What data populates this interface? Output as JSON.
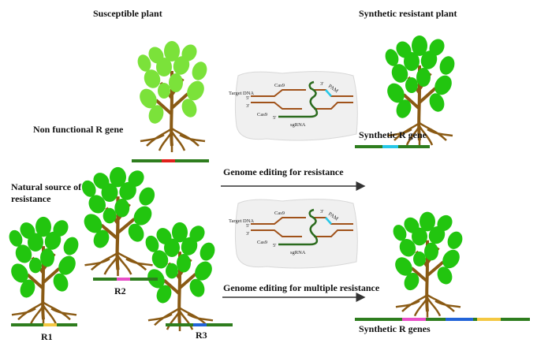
{
  "titles": {
    "susceptible": "Susceptible plant",
    "resistant": "Synthetic resistant plant"
  },
  "labels": {
    "non_functional": "Non functional R gene",
    "synthetic_gene": "Synthetic R gene",
    "natural_source": "Natural source of resistance",
    "synthetic_genes": "Synthetic R genes",
    "r1": "R1",
    "r2": "R2",
    "r3": "R3"
  },
  "arrows": {
    "single": "Genome editing for resistance",
    "multiple": "Genome editing for multiple resistance"
  },
  "crispr": {
    "target": "Target DNA",
    "cas9": "Cas9",
    "sgrna": "sgRNA",
    "pam": "PAM",
    "five": "5'",
    "three": "3'"
  },
  "colors": {
    "leaf": "#22c50f",
    "leaf_light": "#7be23a",
    "trunk": "#8a5a14",
    "bar": "#2e7d1e",
    "red": "#e0201b",
    "cyan": "#27c8e8",
    "pink": "#e84fc8",
    "yellow": "#f4c842",
    "blue": "#2264d8"
  }
}
